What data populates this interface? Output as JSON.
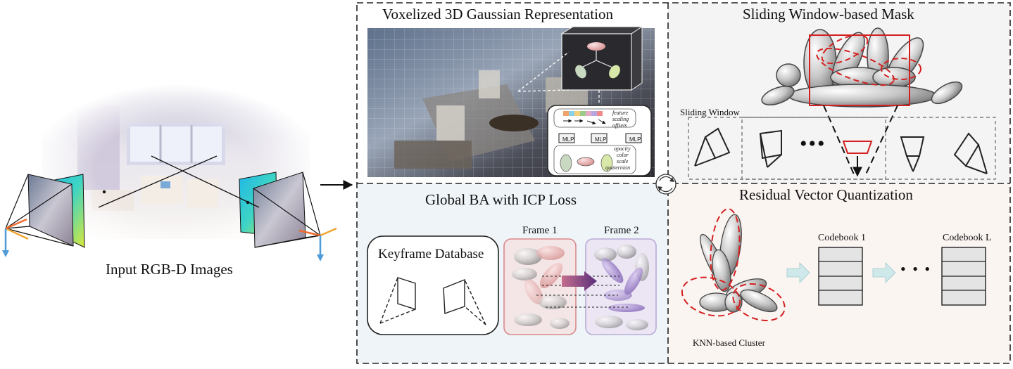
{
  "labels": {
    "input_images": "Input RGB-D Images",
    "voxelized_title": "Voxelized 3D Gaussian Representation",
    "sliding_title": "Sliding Window-based Mask",
    "global_ba_title": "Global BA with ICP Loss",
    "rvq_title": "Residual Vector Quantization",
    "keyframe_db": "Keyframe Database",
    "frame1": "Frame 1",
    "frame2": "Frame 2",
    "sliding_window": "Sliding Window",
    "codebook1": "Codebook 1",
    "codebookL": "Codebook L",
    "knn_cluster": "KNN-based Cluster",
    "ellipsis": "•••",
    "ellipsis2": "• • •"
  },
  "inset": {
    "feature": "feature",
    "scaling": "scaling",
    "offsets": "offsets",
    "mlp": "MLP",
    "opacity": "opacity",
    "color": "color",
    "scale": "scale",
    "quaternion": "quaternion"
  },
  "colors": {
    "panel_voxel_bg": "#ffffff",
    "panel_sliding_bg": "#f4f4f4",
    "panel_global_bg": "#eef4f8",
    "panel_rvq_bg": "#fbf5f2",
    "mask_red": "#d42020",
    "frame1_border": "#d88a8a",
    "frame2_border": "#b9a9d6",
    "arrow_teal": "#cfe9ea",
    "codebook_fill": "#e4e4e4"
  }
}
